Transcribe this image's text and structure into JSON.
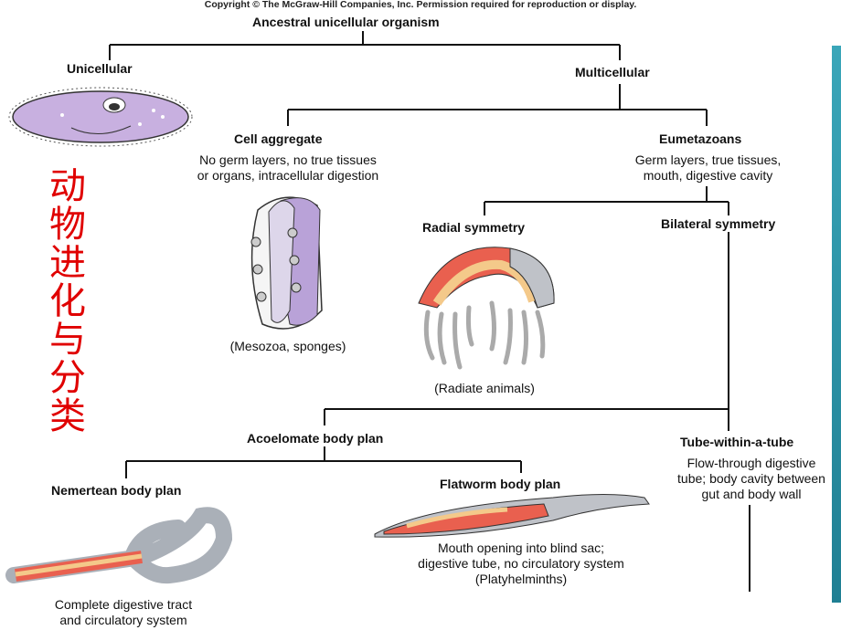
{
  "copyright": "Copyright © The McGraw-Hill Companies, Inc. Permission required for reproduction or display.",
  "side_title": [
    "动",
    "物",
    "进",
    "化",
    "与",
    "分",
    "类"
  ],
  "nodes": {
    "root": "Ancestral unicellular organism",
    "unicellular": "Unicellular",
    "multicellular": "Multicellular",
    "cell_aggregate": "Cell aggregate",
    "cell_aggregate_desc": [
      "No germ layers, no true tissues",
      "or organs, intracellular digestion"
    ],
    "cell_aggregate_examples": "(Mesozoa, sponges)",
    "eumetazoans": "Eumetazoans",
    "eumetazoans_desc": [
      "Germ layers, true tissues,",
      "mouth, digestive cavity"
    ],
    "radial": "Radial symmetry",
    "radial_examples": "(Radiate animals)",
    "bilateral": "Bilateral symmetry",
    "acoelomate": "Acoelomate body plan",
    "tube": "Tube-within-a-tube",
    "tube_desc": [
      "Flow-through digestive",
      "tube; body cavity between",
      "gut and body wall"
    ],
    "nemertean": "Nemertean body plan",
    "nemertean_desc": [
      "Complete digestive tract",
      "and circulatory system"
    ],
    "flatworm": "Flatworm body plan",
    "flatworm_desc": [
      "Mouth opening into blind sac;",
      "digestive tube, no circulatory system",
      "(Platyhelminths)"
    ]
  },
  "colors": {
    "side_title": "#e00000",
    "lines": "#111111",
    "accent": "#3aa6b9"
  }
}
